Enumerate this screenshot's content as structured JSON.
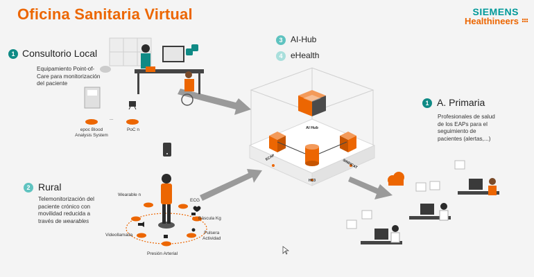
{
  "title": "Oficina Sanitaria Virtual",
  "logo": {
    "line1": "SIEMENS",
    "line2": "Healthineers"
  },
  "consultorio": {
    "num": "1",
    "title": "Consultorio Local",
    "desc": [
      "Equipamiento Point-of-",
      "Care para monitorización",
      "del paciente"
    ],
    "device1": [
      "epoc Blood",
      "Analysis System"
    ],
    "device2": "PoC n",
    "ellipsis": "..."
  },
  "hub_items": [
    {
      "num": "3",
      "label": "AI-Hub"
    },
    {
      "num": "4",
      "label": "eHealth"
    }
  ],
  "hub_labels": {
    "aihub": "AI Hub",
    "ecap": "ECAP",
    "sindicat": "SINDICAT",
    "hc3": "HC3"
  },
  "primaria": {
    "num": "1",
    "title": "A. Primaria",
    "desc": [
      "Profesionales de salud",
      "de los EAPs para el",
      "seguimiento de",
      "pacientes (alertas,...)"
    ]
  },
  "rural": {
    "num": "2",
    "title": "Rural",
    "desc_lines": [
      "Telemonitorización del",
      "paciente crónico con",
      "movilidad reducida a"
    ],
    "desc_last_prefix": "través de ",
    "desc_last_em": "wearables",
    "devices": {
      "wearable": "Wearable n",
      "ecg": "ECG",
      "bascula": "Báscula Kg",
      "pulsera1": "Pulsera",
      "pulsera2": "Actividad",
      "presion": "Presión Arterial",
      "video": "Videollamada"
    }
  },
  "colors": {
    "orange": "#ec6602",
    "teal": "#009999",
    "darkteal": "#0f8a85"
  }
}
